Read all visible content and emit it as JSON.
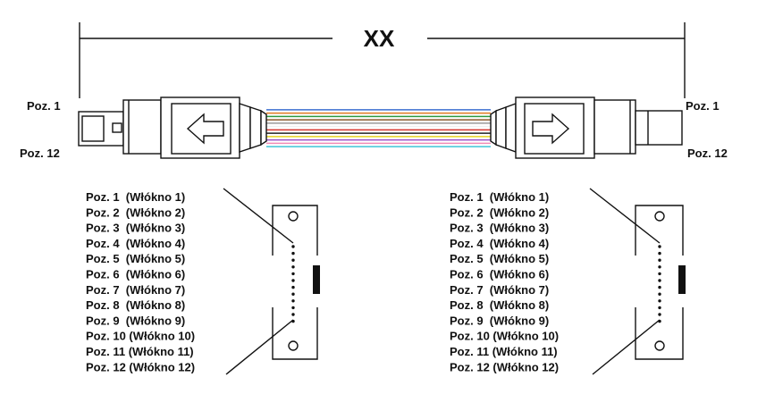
{
  "dimension_label": "XX",
  "end_labels": {
    "left_top": "Poz. 1",
    "left_bottom": "Poz. 12",
    "right_top": "Poz. 1",
    "right_bottom": "Poz. 12"
  },
  "fiber_colors": [
    "#3b6fd1",
    "#e07a1f",
    "#2e9a3e",
    "#8a5a2b",
    "#9a9a9a",
    "#f0f0f0",
    "#d8332c",
    "#222222",
    "#e8d21e",
    "#9b4fc9",
    "#f08bb5",
    "#3fc4d6"
  ],
  "fiber_list_left": [
    "Poz. 1  (Włókno 1)",
    "Poz. 2  (Włókno 2)",
    "Poz. 3  (Włókno 3)",
    "Poz. 4  (Włókno 4)",
    "Poz. 5  (Włókno 5)",
    "Poz. 6  (Włókno 6)",
    "Poz. 7  (Włókno 7)",
    "Poz. 8  (Włókno 8)",
    "Poz. 9  (Włókno 9)",
    "Poz. 10 (Włókno 10)",
    "Poz. 11 (Włókno 11)",
    "Poz. 12 (Włókno 12)"
  ],
  "fiber_list_right": [
    "Poz. 1  (Włókno 1)",
    "Poz. 2  (Włókno 2)",
    "Poz. 3  (Włókno 3)",
    "Poz. 4  (Włókno 4)",
    "Poz. 5  (Włókno 5)",
    "Poz. 6  (Włókno 6)",
    "Poz. 7  (Włókno 7)",
    "Poz. 8  (Włókno 8)",
    "Poz. 9  (Włókno 9)",
    "Poz. 10 (Włókno 10)",
    "Poz. 11 (Włókno 11)",
    "Poz. 12 (Włókno 12)"
  ]
}
